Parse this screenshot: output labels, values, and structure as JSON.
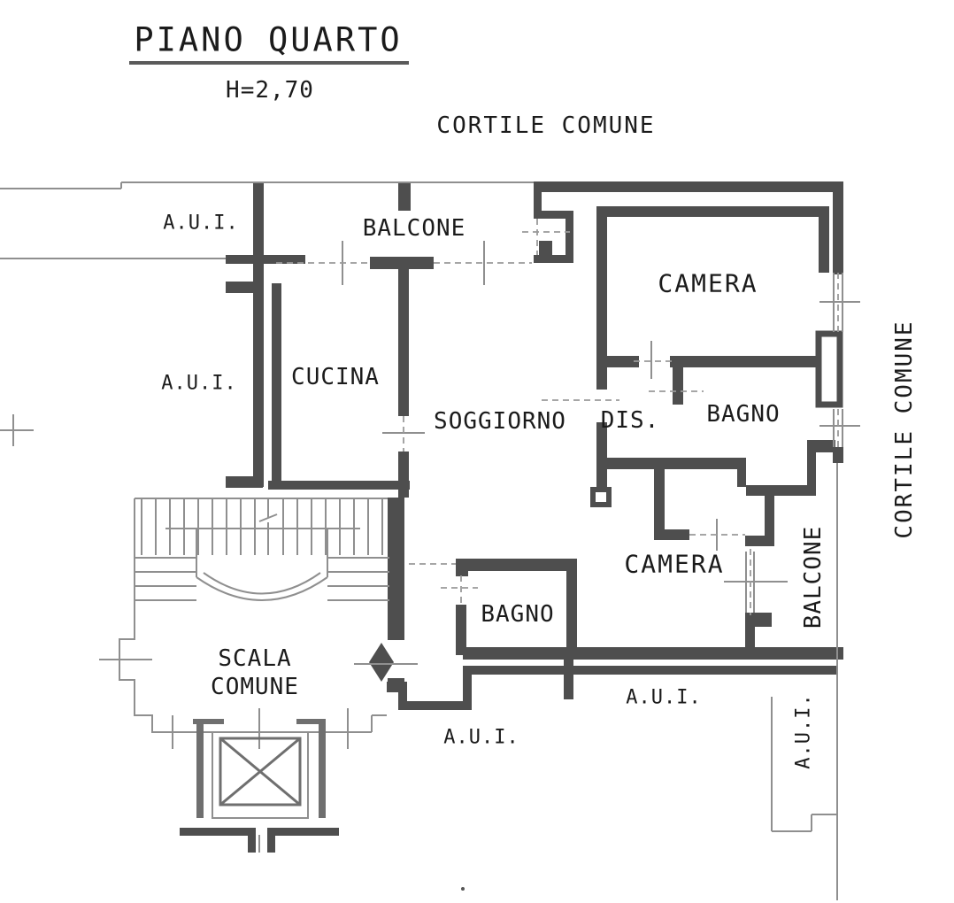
{
  "title": {
    "text": "PIANO QUARTO",
    "height_note": "H=2,70"
  },
  "labels": {
    "cortile_top": {
      "text": "CORTILE COMUNE"
    },
    "aui_top_left": {
      "text": "A.U.I."
    },
    "balcone_top": {
      "text": "BALCONE"
    },
    "camera_top": {
      "text": "CAMERA"
    },
    "aui_left": {
      "text": "A.U.I."
    },
    "cucina": {
      "text": "CUCINA"
    },
    "soggiorno": {
      "text": "SOGGIORNO"
    },
    "dis": {
      "text": "DIS."
    },
    "bagno_top": {
      "text": "BAGNO"
    },
    "cortile_right": {
      "text": "CORTILE COMUNE"
    },
    "camera_bottom": {
      "text": "CAMERA"
    },
    "bagno_bottom": {
      "text": "BAGNO"
    },
    "balcone_right": {
      "text": "BALCONE"
    },
    "scala_line1": {
      "text": "SCALA"
    },
    "scala_line2": {
      "text": "COMUNE"
    },
    "aui_bottom_right": {
      "text": "A.U.I."
    },
    "aui_bottom_center": {
      "text": "A.U.I."
    },
    "aui_right_vertical": {
      "text": "A.U.I."
    }
  },
  "colors": {
    "wall": "#4e4e4e",
    "thin_line": "#8f8f8f",
    "text": "#1b1b1b",
    "background": "#ffffff"
  }
}
